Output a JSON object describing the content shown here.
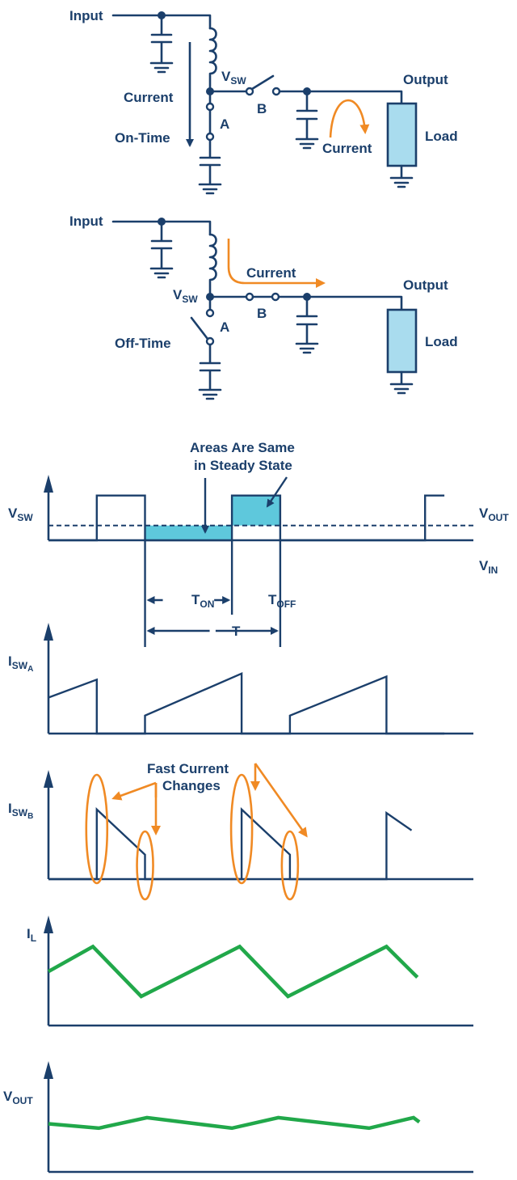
{
  "colors": {
    "navy": "#1b3f6b",
    "cyan_fill": "#5ec8dc",
    "load_fill": "#a9dcee",
    "orange": "#f08a24",
    "green": "#21a84a"
  },
  "circuit_on": {
    "input_label": "Input",
    "vsw_main": "V",
    "vsw_sub": "SW",
    "current_label": "Current",
    "mode_label": "On-Time",
    "switch_a": "A",
    "switch_b": "B",
    "output_label": "Output",
    "load_label": "Load",
    "load_current_label": "Current"
  },
  "circuit_off": {
    "input_label": "Input",
    "vsw_main": "V",
    "vsw_sub": "SW",
    "current_label": "Current",
    "mode_label": "Off-Time",
    "switch_a": "A",
    "switch_b": "B",
    "output_label": "Output",
    "load_label": "Load"
  },
  "chart_data": [
    {
      "type": "line",
      "name": "vsw",
      "ylabel_main": "V",
      "ylabel_sub": "SW",
      "annotation_line1": "Areas Are Same",
      "annotation_line2": "in Steady State",
      "level_high_main": "V",
      "level_high_sub": "OUT",
      "level_mid_main": "V",
      "level_mid_sub": "IN",
      "ton_main": "T",
      "ton_sub": "ON",
      "toff_main": "T",
      "toff_sub": "OFF",
      "period_label": "T",
      "x": [
        0,
        2.5,
        2.5,
        5,
        5,
        9.5,
        9.5,
        12,
        12,
        19.5,
        19.5,
        20.5
      ],
      "y": [
        0,
        0,
        1,
        1,
        0,
        0,
        1,
        1,
        0,
        0,
        1,
        1
      ],
      "vin_level": 0.33,
      "xlim": [
        0,
        22
      ],
      "ylim": [
        0,
        1.5
      ]
    },
    {
      "type": "line",
      "name": "iswa",
      "ylabel_main": "I",
      "ylabel_sub": "SW",
      "ylabel_subsub": "A",
      "x": [
        0,
        2.5,
        2.5,
        5,
        5,
        10,
        10,
        12.5,
        12.5,
        17.5,
        17.5,
        20.5
      ],
      "y": [
        0.6,
        0.9,
        0,
        0,
        0.3,
        1,
        0,
        0,
        0.3,
        0.95,
        0,
        0
      ],
      "xlim": [
        0,
        22
      ],
      "ylim": [
        0,
        1.2
      ]
    },
    {
      "type": "line",
      "name": "iswb",
      "ylabel_main": "I",
      "ylabel_sub": "SW",
      "ylabel_subsub": "B",
      "annotation_line1": "Fast Current",
      "annotation_line2": "Changes",
      "x": [
        0,
        2.5,
        2.5,
        5,
        5,
        10,
        10,
        12.5,
        12.5,
        17.5,
        17.5,
        18.8
      ],
      "y": [
        0,
        0,
        1,
        0.35,
        0,
        0,
        1,
        0.35,
        0,
        0,
        0.95,
        0.7
      ],
      "xlim": [
        0,
        22
      ],
      "ylim": [
        0,
        1.3
      ]
    },
    {
      "type": "line",
      "name": "il",
      "ylabel_main": "I",
      "ylabel_sub": "L",
      "x": [
        0,
        2.3,
        4.8,
        9.9,
        12.4,
        17.5,
        19.1
      ],
      "y": [
        0.65,
        0.95,
        0.35,
        0.95,
        0.35,
        0.95,
        0.58
      ],
      "xlim": [
        0,
        22
      ],
      "ylim": [
        0,
        1.1
      ]
    },
    {
      "type": "line",
      "name": "vout",
      "ylabel_main": "V",
      "ylabel_sub": "OUT",
      "x": [
        0,
        2.6,
        5.1,
        9.5,
        11.9,
        16.6,
        18.9,
        19.2
      ],
      "y": [
        0.55,
        0.5,
        0.62,
        0.5,
        0.62,
        0.5,
        0.62,
        0.57
      ],
      "xlim": [
        0,
        22
      ],
      "ylim": [
        0,
        1.1
      ]
    }
  ]
}
